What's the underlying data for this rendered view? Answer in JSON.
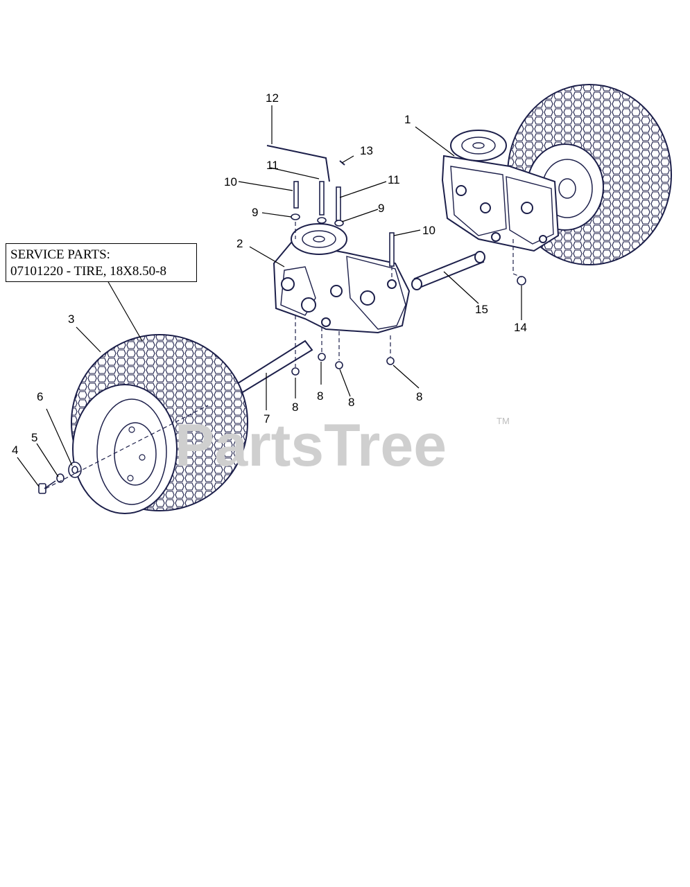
{
  "service_parts": {
    "heading": "SERVICE PARTS:",
    "line": "07101220 - TIRE, 18X8.50-8"
  },
  "callouts": {
    "c1": "1",
    "c2": "2",
    "c3": "3",
    "c4": "4",
    "c5": "5",
    "c6": "6",
    "c7": "7",
    "c8a": "8",
    "c8b": "8",
    "c8c": "8",
    "c8d": "8",
    "c9a": "9",
    "c9b": "9",
    "c10a": "10",
    "c10b": "10",
    "c11a": "11",
    "c11b": "11",
    "c12": "12",
    "c13": "13",
    "c14": "14",
    "c15": "15"
  },
  "watermark": {
    "text": "PartsTree",
    "tm": "TM"
  },
  "colors": {
    "linework": "#1c1f4a",
    "text": "#000000",
    "watermark": "#cfcfcf"
  }
}
